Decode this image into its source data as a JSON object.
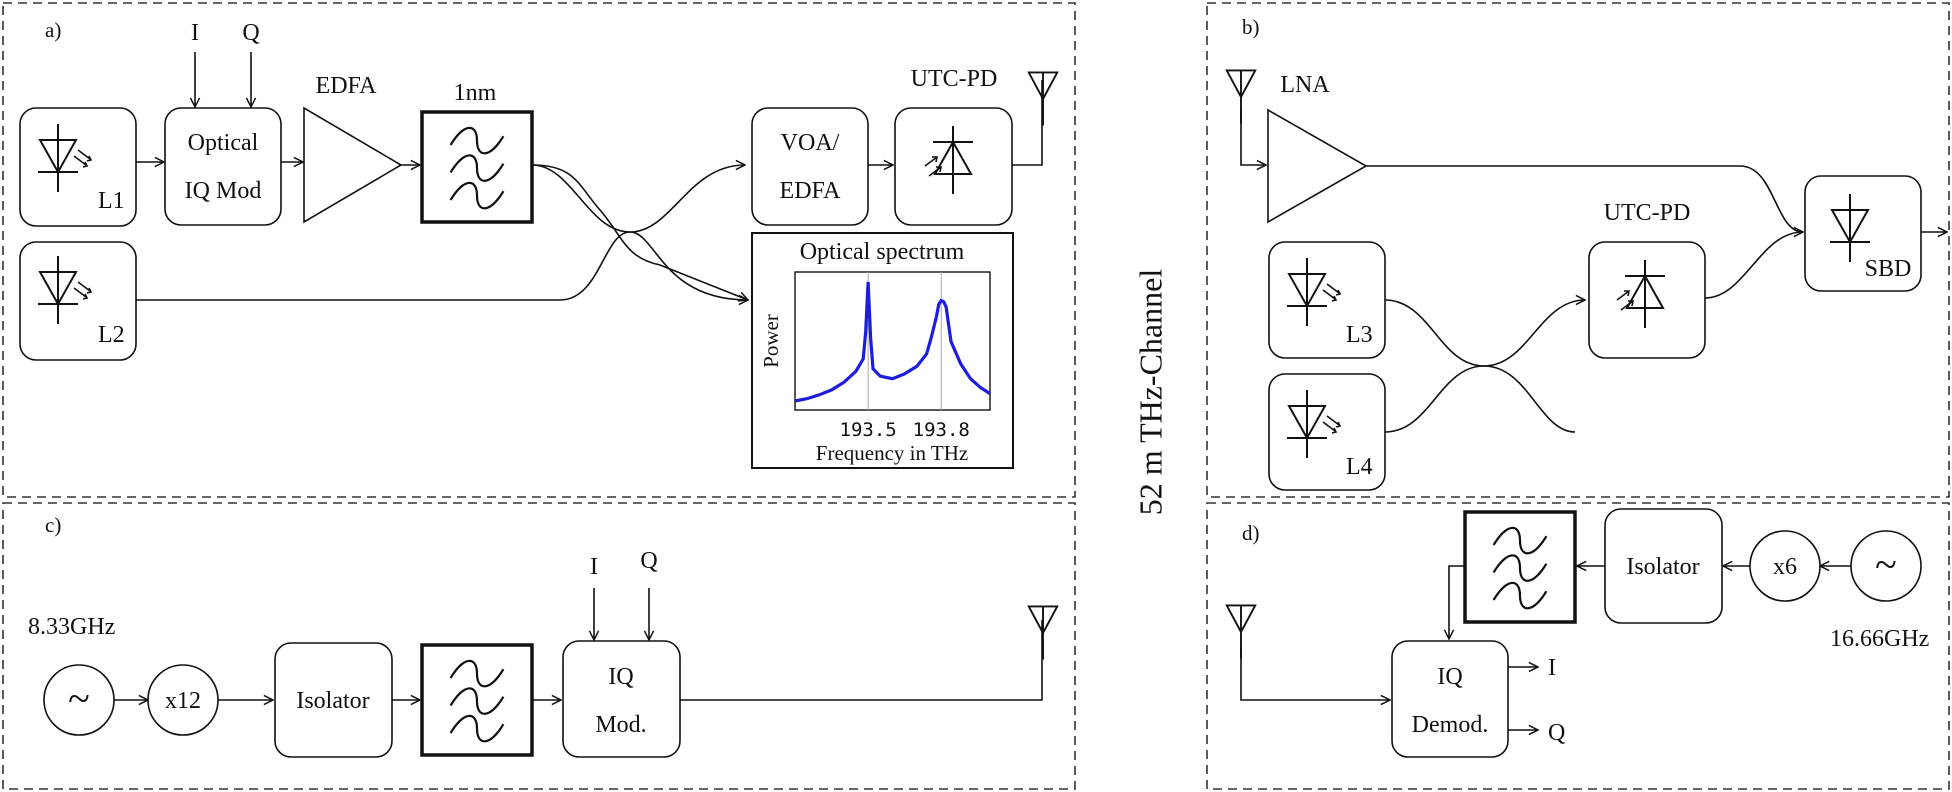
{
  "channel_label": "52 m THz-Channel",
  "panel_a": {
    "tag": "a)",
    "lasers": [
      "L1",
      "L2"
    ],
    "iq_inputs": [
      "I",
      "Q"
    ],
    "modulator": [
      "Optical",
      "IQ Mod"
    ],
    "amplifier": "EDFA",
    "filter": "1nm",
    "voa": [
      "VOA/",
      "EDFA"
    ],
    "photodiode": "UTC-PD",
    "spectrum": {
      "title": "Optical spectrum",
      "xlabel": "Frequency in THz",
      "ylabel": "Power",
      "ticks": [
        "193.5",
        "193.8"
      ]
    }
  },
  "panel_b": {
    "tag": "b)",
    "amplifier": "LNA",
    "photodiode": "UTC-PD",
    "detector": "SBD",
    "lasers": [
      "L3",
      "L4"
    ]
  },
  "panel_c": {
    "tag": "c)",
    "frequency": "8.33GHz",
    "oscillator_symbol": "~",
    "multiplier": "x12",
    "isolator": "Isolator",
    "iq_inputs": [
      "I",
      "Q"
    ],
    "modulator": [
      "IQ",
      "Mod."
    ]
  },
  "panel_d": {
    "tag": "d)",
    "frequency": "16.66GHz",
    "oscillator_symbol": "~",
    "multiplier": "x6",
    "isolator": "Isolator",
    "demodulator": [
      "IQ",
      "Demod."
    ],
    "outputs": [
      "I",
      "Q"
    ]
  },
  "chart_data": {
    "type": "line",
    "title": "Optical spectrum",
    "xlabel": "Frequency in THz",
    "ylabel": "Power",
    "xticks": [
      193.5,
      193.8
    ],
    "xlim": [
      193.2,
      194.0
    ],
    "grid": true,
    "series": [
      {
        "color": "#1d1de0",
        "x": [
          193.2,
          193.25,
          193.3,
          193.35,
          193.4,
          193.45,
          193.48,
          193.49,
          193.5,
          193.51,
          193.52,
          193.55,
          193.6,
          193.65,
          193.7,
          193.74,
          193.76,
          193.78,
          193.79,
          193.8,
          193.81,
          193.82,
          193.84,
          193.88,
          193.92,
          193.96,
          194.0
        ],
        "y": [
          0.04,
          0.06,
          0.09,
          0.13,
          0.19,
          0.28,
          0.38,
          0.6,
          1.0,
          0.55,
          0.3,
          0.24,
          0.22,
          0.26,
          0.32,
          0.42,
          0.56,
          0.72,
          0.82,
          0.85,
          0.84,
          0.8,
          0.52,
          0.34,
          0.22,
          0.15,
          0.1
        ]
      }
    ]
  }
}
